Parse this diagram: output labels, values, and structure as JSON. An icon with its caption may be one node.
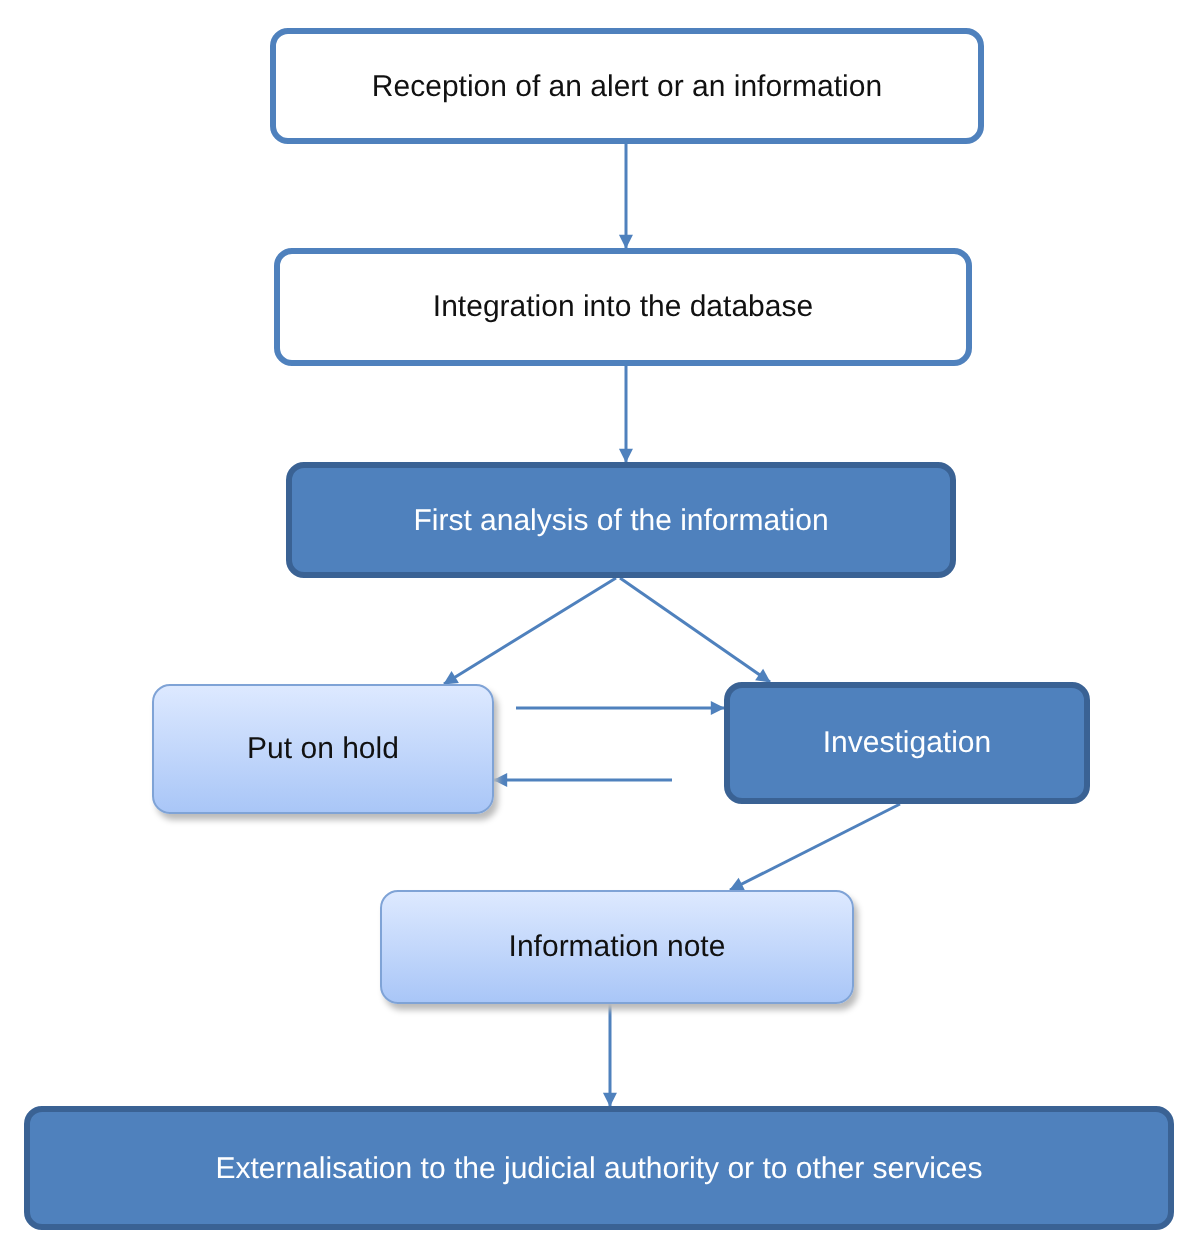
{
  "diagram": {
    "nodes": [
      {
        "text": [
          "Reception of an alert or an information"
        ]
      },
      {
        "text": [
          "Integration into the database"
        ]
      },
      {
        "text": [
          "First analysis of the information"
        ]
      },
      {
        "text": [
          "Put on hold"
        ]
      },
      {
        "text": [
          "Investigation"
        ]
      },
      {
        "text": [
          "Information note"
        ]
      },
      {
        "text": [
          "Externalisation to the judicial authority or to other services"
        ]
      }
    ],
    "edges": [
      {
        "from": 0,
        "to": 1,
        "arrow": "to"
      },
      {
        "from": 1,
        "to": 2,
        "arrow": "to"
      },
      {
        "from": 2,
        "to": 3,
        "arrow": "to"
      },
      {
        "from": 2,
        "to": 4,
        "arrow": "to"
      },
      {
        "from": 3,
        "to": 4,
        "arrow": "to"
      },
      {
        "from": 4,
        "to": 3,
        "arrow": "to"
      },
      {
        "from": 4,
        "to": 5,
        "arrow": "to"
      },
      {
        "from": 5,
        "to": 6,
        "arrow": "to"
      }
    ]
  }
}
